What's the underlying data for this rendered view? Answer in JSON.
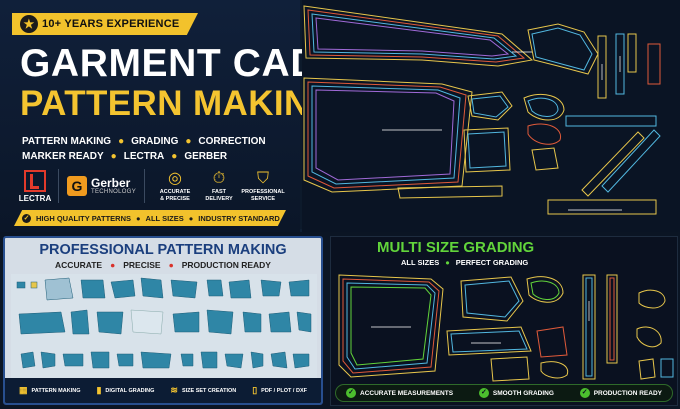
{
  "hero": {
    "badge": "10+ YEARS EXPERIENCE",
    "title_line1": "GARMENT CAD",
    "title_line2": "PATTERN MAKING",
    "services_row1": [
      "PATTERN MAKING",
      "GRADING",
      "CORRECTION"
    ],
    "services_row2": [
      "MARKER READY",
      "LECTRA",
      "GERBER"
    ],
    "brands": {
      "lectra": "LECTRA",
      "gerber_name": "Gerber",
      "gerber_sub": "TECHNOLOGY"
    },
    "features": [
      {
        "icon": "target-icon",
        "label": "ACCURATE\n& PRECISE"
      },
      {
        "icon": "stopwatch-icon",
        "label": "FAST\nDELIVERY"
      },
      {
        "icon": "shield-check-icon",
        "label": "PROFESSIONAL\nSERVICE"
      }
    ],
    "quality_items": [
      "HIGH QUALITY PATTERNS",
      "ALL SIZES",
      "INDUSTRY STANDARD"
    ]
  },
  "professional": {
    "title": "PROFESSIONAL PATTERN MAKING",
    "subtitle": [
      "ACCURATE",
      "PRECISE",
      "PRODUCTION READY"
    ],
    "footer": [
      {
        "icon": "layers-icon",
        "label": "PATTERN MAKING"
      },
      {
        "icon": "ruler-icon",
        "label": "DIGITAL GRADING"
      },
      {
        "icon": "stack-icon",
        "label": "SIZE SET CREATION"
      },
      {
        "icon": "file-icon",
        "label": "PDF / PLOT / DXF"
      }
    ]
  },
  "grading": {
    "title": "MULTI SIZE GRADING",
    "subtitle": [
      "ALL SIZES",
      "PERFECT GRADING"
    ],
    "footer": [
      "ACCURATE MEASUREMENTS",
      "SMOOTH GRADING",
      "PRODUCTION READY"
    ]
  },
  "colors": {
    "accent_yellow": "#f4c430",
    "grading_green": "#62d53b",
    "navy": "#0d1a2b",
    "pattern_fill": "#2f86a6"
  }
}
